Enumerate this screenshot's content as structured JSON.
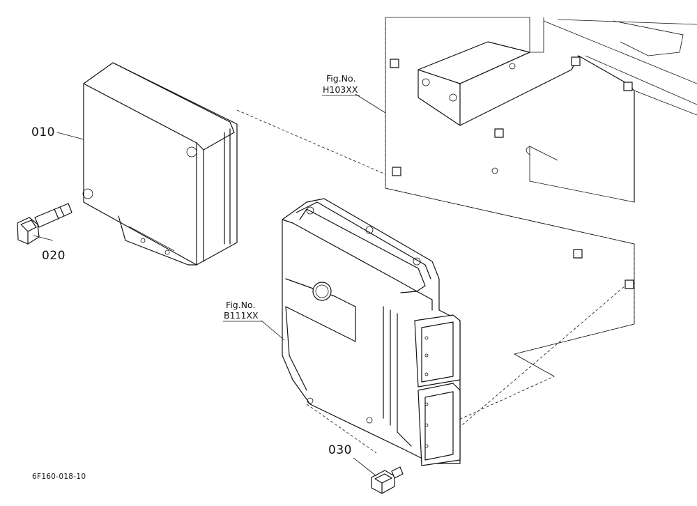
{
  "callouts": {
    "part_010": "010",
    "part_020": "020",
    "part_030": "030"
  },
  "references": {
    "h103": {
      "line1": "Fig.No.",
      "line2": "H103XX"
    },
    "b111": {
      "line1": "Fig.No.",
      "line2": "B111XX"
    }
  },
  "drawing_code": "6F160-018-10"
}
